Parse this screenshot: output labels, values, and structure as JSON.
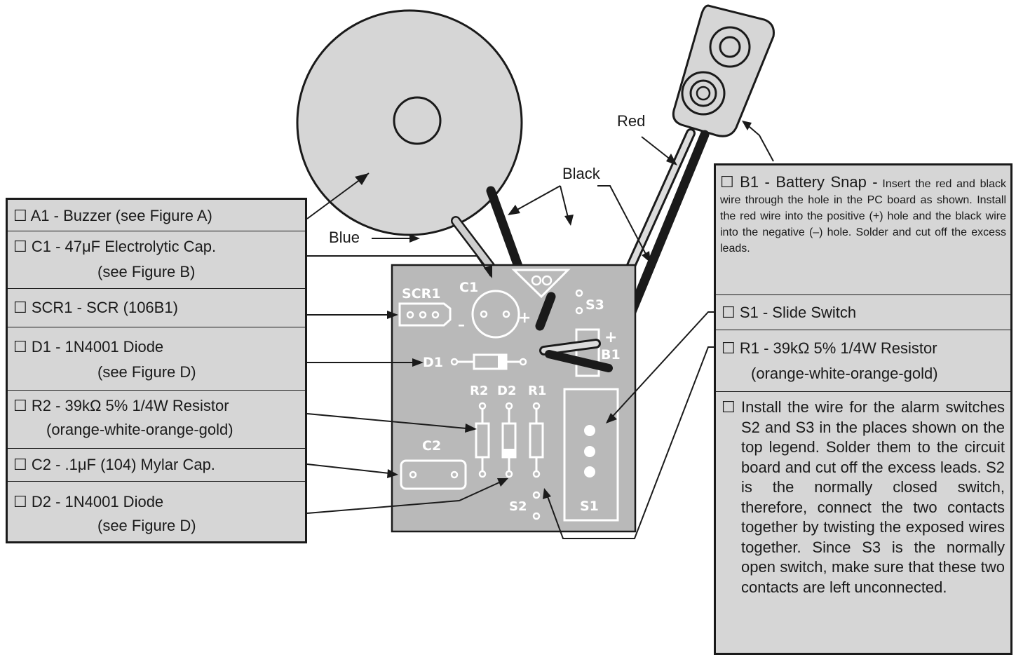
{
  "left_panel": {
    "rows": [
      {
        "line1": "☐ A1 - Buzzer (see Figure A)",
        "line2": ""
      },
      {
        "line1": "☐ C1 - 47μF Electrolytic Cap.",
        "line2": "(see Figure B)"
      },
      {
        "line1": "☐ SCR1 - SCR (106B1)",
        "line2": ""
      },
      {
        "line1": "☐ D1 - 1N4001 Diode",
        "line2": "(see Figure D)"
      },
      {
        "line1": "☐ R2 - 39kΩ 5% 1/4W Resistor",
        "line2": "(orange-white-orange-gold)"
      },
      {
        "line1": "☐ C2 - .1μF (104) Mylar Cap.",
        "line2": ""
      },
      {
        "line1": "☐ D2 - 1N4001 Diode",
        "line2": "(see Figure D)"
      }
    ]
  },
  "right_panel": {
    "b1_title": "☐ B1 - Battery Snap -",
    "b1_text": "Insert the red and black wire through the hole in the PC board as shown. Install the red wire into the positive (+) hole and the black wire into the negative (–) hole. Solder and cut off the excess leads.",
    "s1": "☐ S1 - Slide Switch",
    "r1_line1": "☐ R1 - 39kΩ 5% 1/4W Resistor",
    "r1_line2": "(orange-white-orange-gold)",
    "install_box": "☐",
    "install_first": "Install the wire for the alarm",
    "install_text": "switches S2 and S3 in the places shown on the top legend. Solder them to the circuit board and cut off the excess leads. S2 is the normally closed switch, therefore, connect the two contacts together by twisting the exposed wires together. Since S3 is the normally open switch, make sure that these two contacts are left unconnected."
  },
  "wire_labels": {
    "red": "Red",
    "black": "Black",
    "blue": "Blue"
  },
  "pcb_labels": {
    "scr1": "SCR1",
    "c1": "C1",
    "d1": "D1",
    "s3": "S3",
    "b1": "B1",
    "r2": "R2",
    "d2": "D2",
    "r1": "R1",
    "c2": "C2",
    "s2": "S2",
    "s1": "S1",
    "plus": "+",
    "minus": "–",
    "b1_plus": "+",
    "b1_minus": "–"
  },
  "colors": {
    "panel": "#d6d6d6",
    "pcb": "#b9b9b9",
    "ink": "#1a1a1a"
  }
}
